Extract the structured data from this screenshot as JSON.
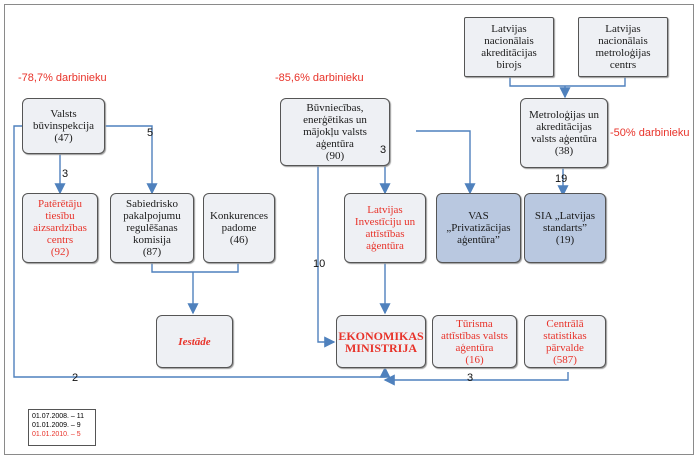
{
  "boxes": {
    "lnab": "Latvijas\nnacionālais\nakreditācijas\nbirojs",
    "lnmc": "Latvijas\nnacionālais\nmetroloģijas\ncentrs",
    "vbi": "Valsts\nbūvinspekcija\n(47)",
    "bema": "Būvniecības,\nenerģētikas un\nmājokļu valsts\naģentūra\n(90)",
    "maava": "Metroloģijas un\nakreditācijas\nvalsts aģentūra\n(38)",
    "ptac": "Patērētāju\ntiesību\naizsardzības\ncentrs\n(92)",
    "sprk": "Sabiedrisko\npakalpojumu\nregulēšanas\nkomisija\n(87)",
    "kp": "Konkurences\npadome\n(46)",
    "liaa": "Latvijas\nInvestīciju un\nattīstības\naģentūra",
    "vas": "VAS\n„Privatizācijas\naģentūra”",
    "sia": "SIA „Latvijas\nstandarts”\n(19)",
    "iestade": "Iestāde",
    "em": "EKONOMIKAS\nMINISTRIJA",
    "tava": "Tūrisma\nattīstības valsts\naģentūra\n(16)",
    "csp": "Centrālā\nstatistikas\npārvalde\n(587)"
  },
  "labels": {
    "pct1": "-78,7% darbinieku",
    "pct2": "-85,6% darbinieku",
    "pct3": "-50% darbinieku"
  },
  "numbers": {
    "n5": "5",
    "n3a": "3",
    "n3b": "3",
    "n19": "19",
    "n10": "10",
    "n2": "2",
    "n3c": "3"
  },
  "legend": {
    "line1": "01.07.2008. – 11",
    "line2": "01.01.2009. – 9",
    "line3": "01.01.2010. – 5"
  },
  "colors": {
    "accent_red": "#e8332a",
    "arrow_blue": "#4f81bd"
  }
}
